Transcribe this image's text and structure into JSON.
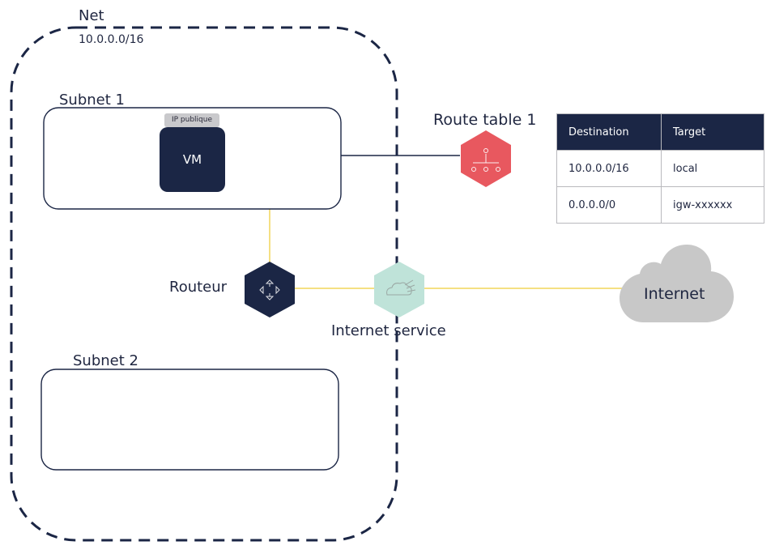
{
  "net": {
    "title": "Net",
    "cidr": "10.0.0.0/16"
  },
  "subnets": {
    "subnet1": "Subnet 1",
    "subnet2": "Subnet 2"
  },
  "vm": {
    "badge": "IP publique",
    "label": "VM"
  },
  "route_table": {
    "title": "Route table 1",
    "headers": [
      "Destination",
      "Target"
    ],
    "rows": [
      [
        "10.0.0.0/16",
        "local"
      ],
      [
        "0.0.0.0/0",
        "igw-xxxxxx"
      ]
    ]
  },
  "router": {
    "label": "Routeur"
  },
  "internet_service": {
    "label": "Internet service"
  },
  "internet": {
    "label": "Internet"
  },
  "colors": {
    "navy": "#1b2645",
    "route_table_red": "#e8585f",
    "igw_mint": "#bfe3d9",
    "link_yellow": "#f2d55a",
    "cloud_gray": "#c8c8c8"
  },
  "icons": {
    "route_table": "route-table-icon",
    "router": "router-icon",
    "internet_gateway": "internet-gateway-icon",
    "cloud": "cloud-icon"
  }
}
